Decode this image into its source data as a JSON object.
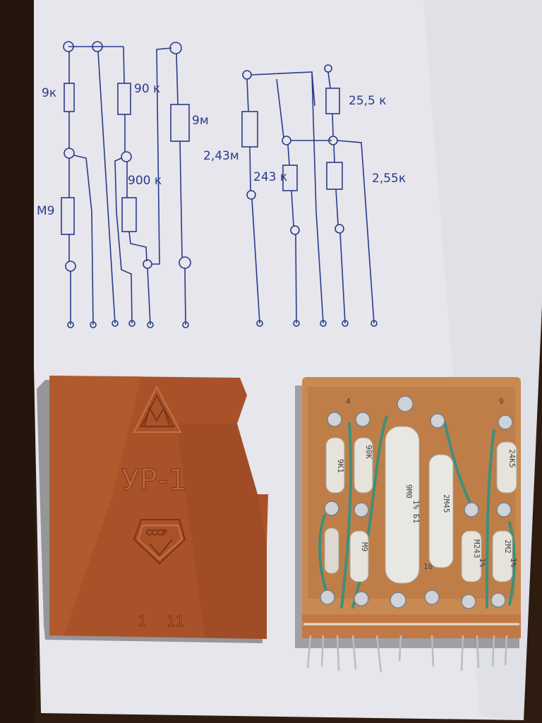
{
  "schematic": {
    "left_labels": [
      "9к",
      "90 к",
      "9м",
      "М9",
      "900 к"
    ],
    "right_labels": [
      "25,5 к",
      "2,43м",
      "243 к",
      "2,55к"
    ]
  },
  "plate": {
    "model": "УР-1",
    "seal_text": "СССР",
    "pin_numbers": [
      "1",
      "11"
    ]
  },
  "board": {
    "pin_numbers": [
      "4",
      "9",
      "10"
    ],
    "resistors": [
      "9К1",
      "90К",
      "9М0",
      "2М45",
      "24К5",
      "М9",
      "М243",
      "2М2"
    ],
    "tolerance_marks": [
      "1%",
      "1% Б1",
      "1%"
    ]
  },
  "colors": {
    "paper": "#e6e6ec",
    "ink": "#2b3a8a",
    "copper": "#a9522a",
    "board": "#c98a52",
    "wire": "#3f8f7a"
  }
}
